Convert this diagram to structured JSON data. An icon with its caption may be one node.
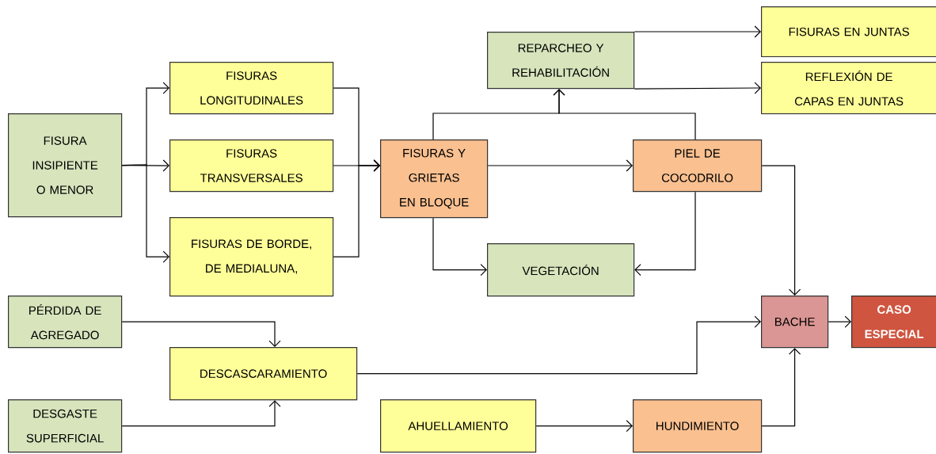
{
  "diagram": {
    "nodes": [
      {
        "text": [
          "FISURA INSIPIENTE O MENOR"
        ]
      },
      {
        "text": [
          "FISURAS LONGITUDINALES"
        ]
      },
      {
        "text": [
          "FISURAS TRANSVERSALES"
        ]
      },
      {
        "text": [
          "FISURAS DE BORDE, DE MEDIALUNA,"
        ]
      },
      {
        "text": [
          "REPARCHEO Y REHABILITACIÓN"
        ]
      },
      {
        "text": [
          "FISURAS EN JUNTAS"
        ]
      },
      {
        "text": [
          "REFLEXIÓN DE CAPAS EN JUNTAS"
        ]
      },
      {
        "text": [
          "FISURAS Y GRIETAS EN BLOQUE"
        ]
      },
      {
        "text": [
          "PIEL DE COCODRILO"
        ]
      },
      {
        "text": [
          "VEGETACIÓN"
        ]
      },
      {
        "text": [
          "PÉRDIDA DE AGREGADO"
        ]
      },
      {
        "text": [
          "DESCASCARAMIENTO"
        ]
      },
      {
        "text": [
          "DESGASTE SUPERFICIAL"
        ]
      },
      {
        "text": [
          "BACHE"
        ]
      },
      {
        "text": [
          "CASO ESPECIAL"
        ]
      },
      {
        "text": [
          "AHUELLAMIENTO"
        ]
      },
      {
        "text": [
          "HUNDIMIENTO"
        ]
      }
    ],
    "edges": [
      {
        "from": 0,
        "to": 1,
        "arrow": "to"
      },
      {
        "from": 0,
        "to": 2,
        "arrow": "to"
      },
      {
        "from": 0,
        "to": 3,
        "arrow": "to"
      },
      {
        "from": 1,
        "to": 7,
        "arrow": "to"
      },
      {
        "from": 2,
        "to": 7,
        "arrow": "to"
      },
      {
        "from": 3,
        "to": 7,
        "arrow": "to"
      },
      {
        "from": 7,
        "to": 8,
        "arrow": "to"
      },
      {
        "from": 7,
        "to": 4,
        "arrow": "to"
      },
      {
        "from": 8,
        "to": 4,
        "arrow": "to"
      },
      {
        "from": 4,
        "to": 5,
        "arrow": "to"
      },
      {
        "from": 4,
        "to": 6,
        "arrow": "to"
      },
      {
        "from": 7,
        "to": 9,
        "arrow": "to"
      },
      {
        "from": 8,
        "to": 9,
        "arrow": "to"
      },
      {
        "from": 8,
        "to": 13,
        "arrow": "to"
      },
      {
        "from": 10,
        "to": 11,
        "arrow": "to"
      },
      {
        "from": 12,
        "to": 11,
        "arrow": "to"
      },
      {
        "from": 11,
        "to": 13,
        "arrow": "to"
      },
      {
        "from": 15,
        "to": 16,
        "arrow": "to"
      },
      {
        "from": 16,
        "to": 13,
        "arrow": "to"
      },
      {
        "from": 13,
        "to": 14,
        "arrow": "to"
      }
    ]
  }
}
